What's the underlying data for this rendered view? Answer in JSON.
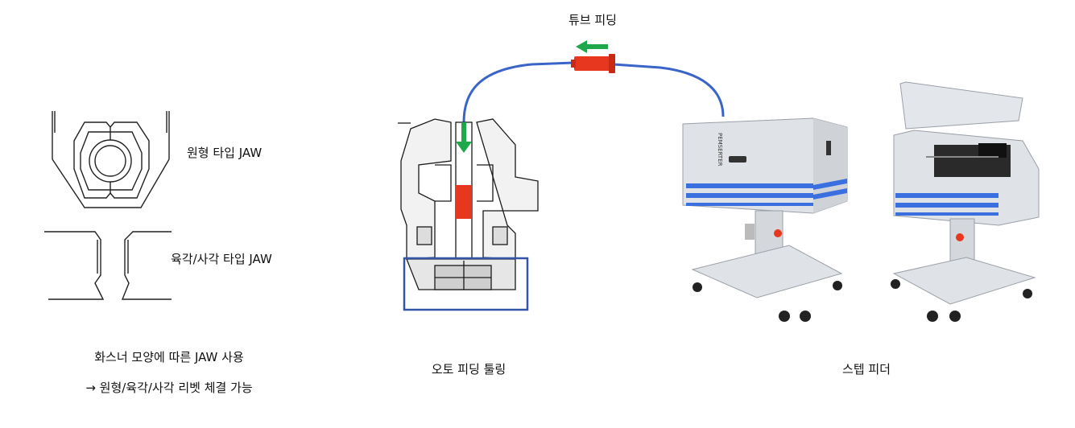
{
  "jaw": {
    "round_label": "원형 타입 JAW",
    "hex_label": "육각/사각 타입 JAW",
    "caption_line1": "화스너 모양에 따른 JAW 사용",
    "caption_line2": "→ 원형/육각/사각 리벳 체결 가능"
  },
  "auto_feed": {
    "caption": "오토 피딩 툴링"
  },
  "tube": {
    "label": "튜브 피딩"
  },
  "step_feeder": {
    "caption": "스텝 피더",
    "brand_mark": "PEMSERTER"
  },
  "colors": {
    "tube_line": "#3a64c8",
    "arrow": "#1fa84a",
    "fitting": "#e8371f",
    "highlight_box": "#3355a8",
    "machine_body": "#dfe2e6",
    "machine_stripe": "#3a6fe0"
  }
}
